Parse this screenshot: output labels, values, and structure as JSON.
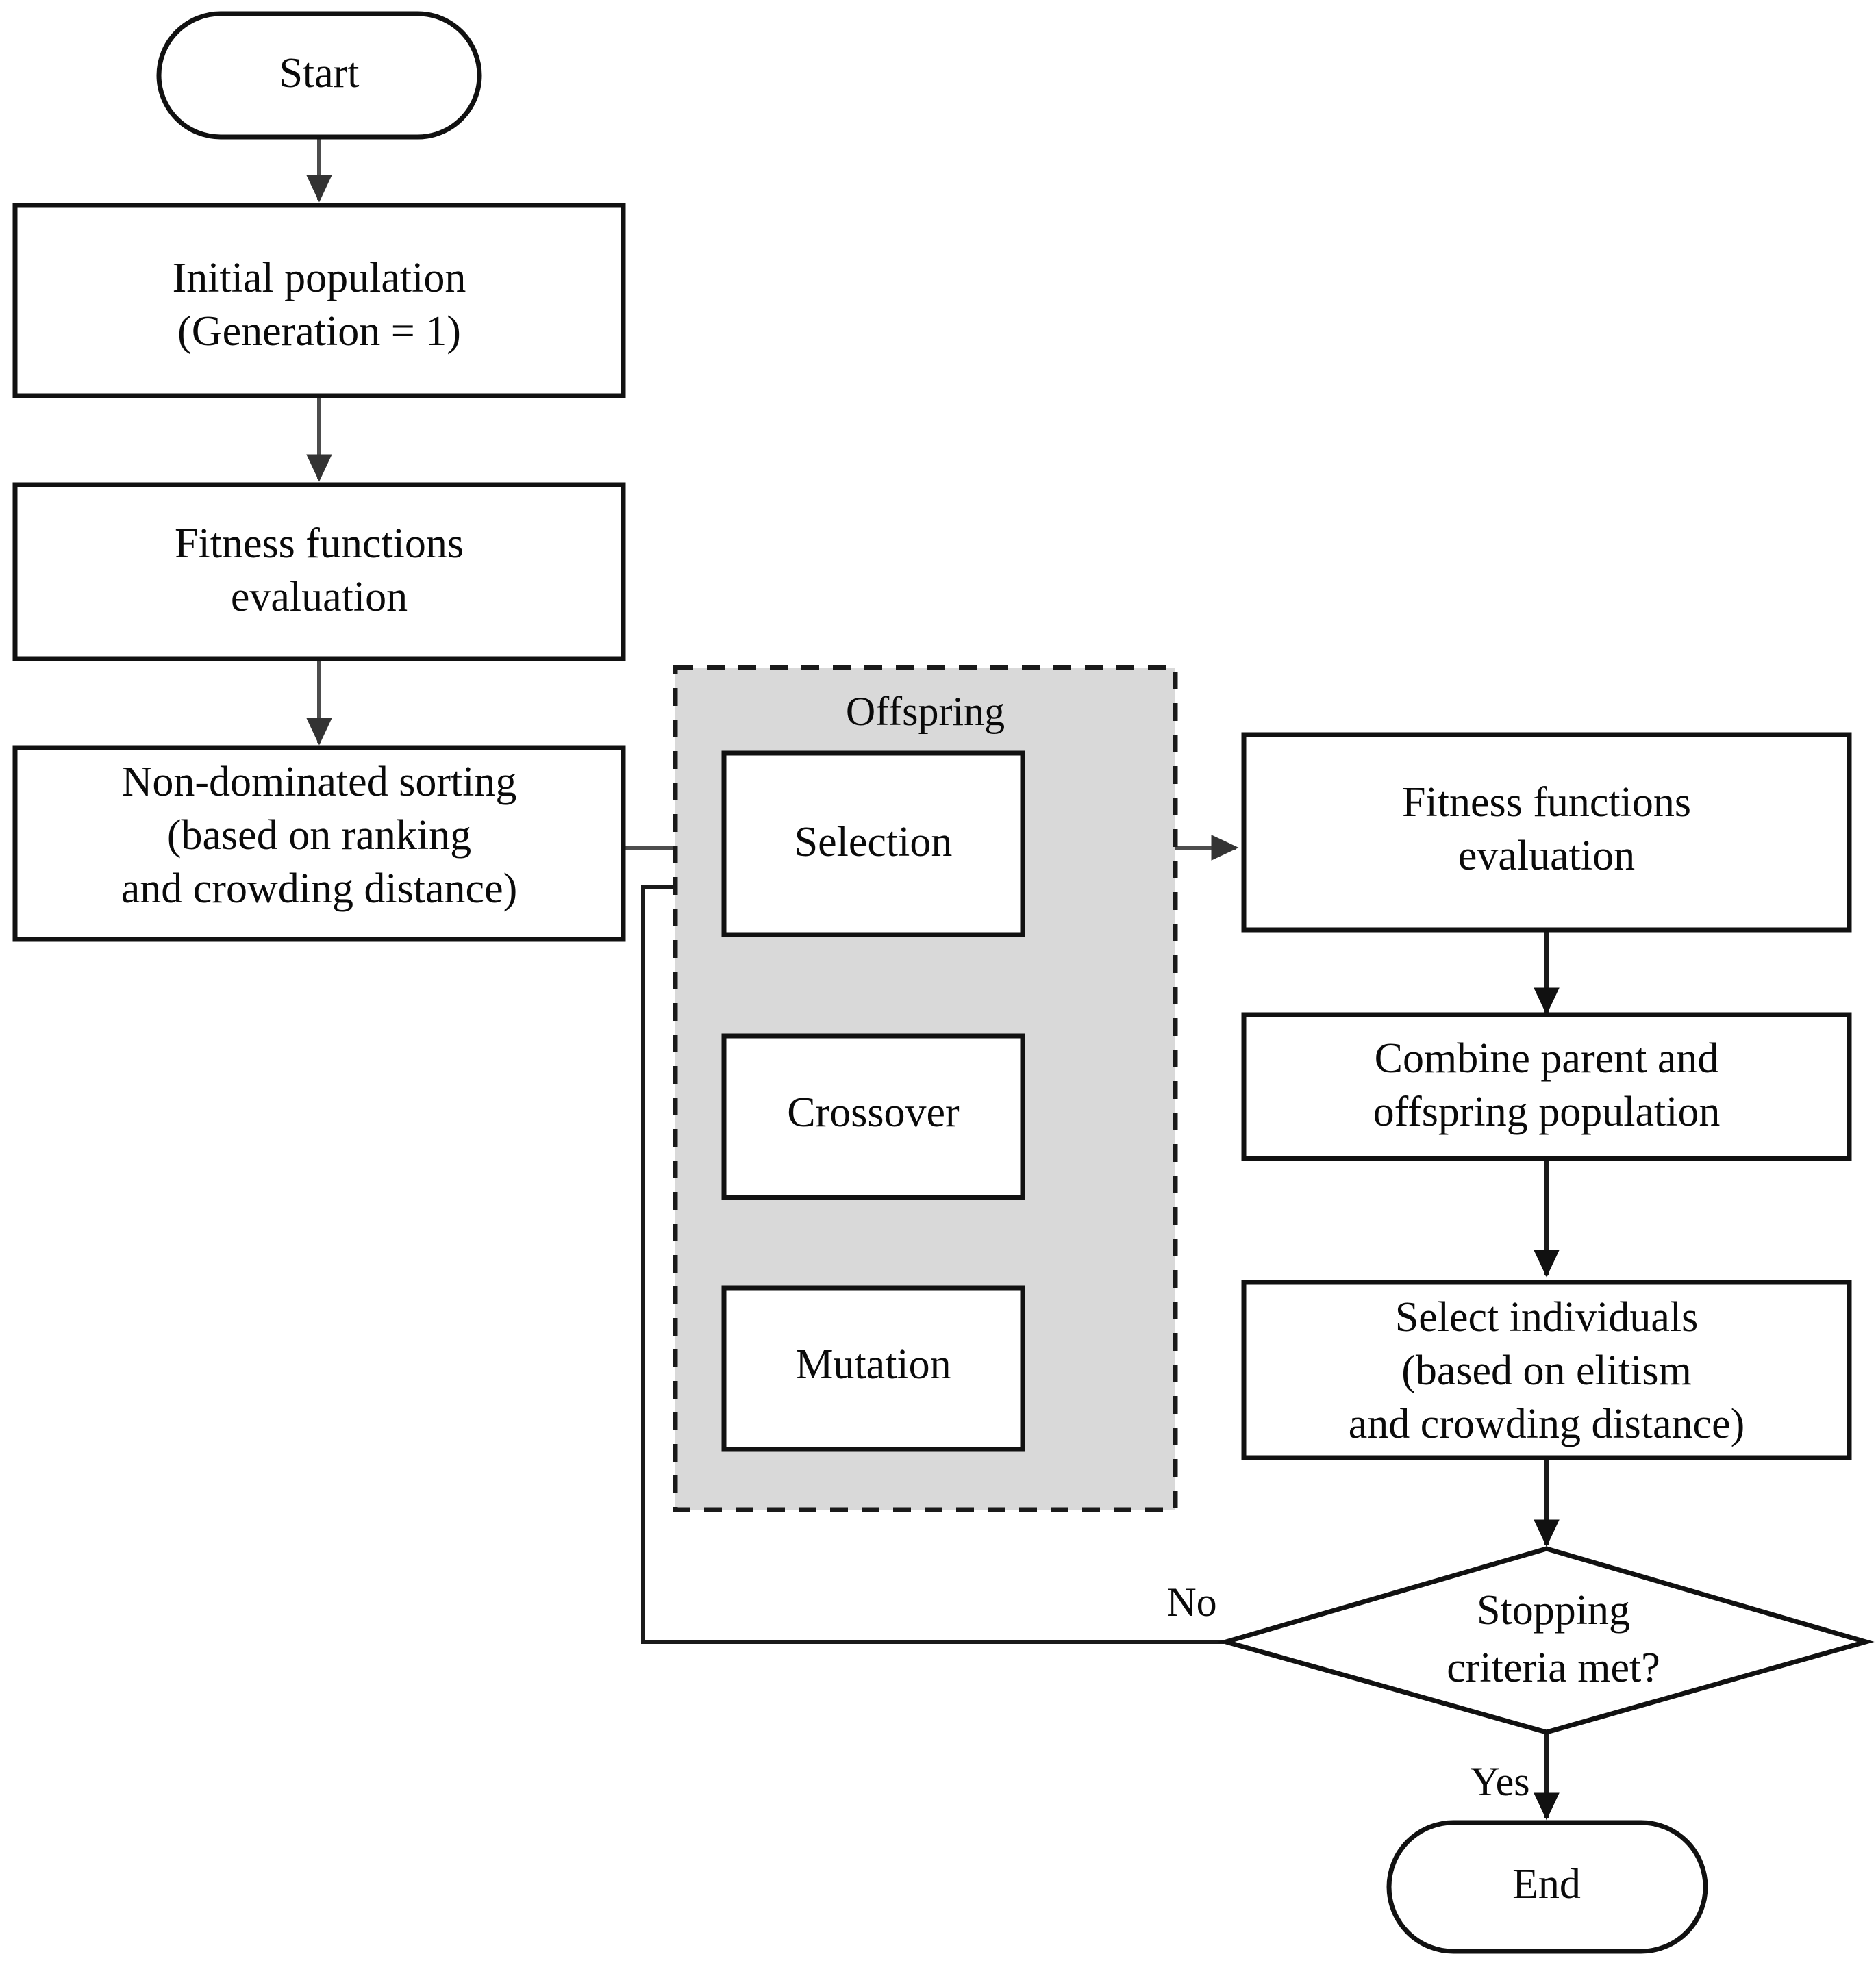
{
  "diagram": {
    "type": "flowchart",
    "title": "NSGA-II multi-objective genetic algorithm flowchart",
    "colors": {
      "panel_fill": "#d9d9d9",
      "node_fill": "#ffffff",
      "stroke": "#111111",
      "connector": "#4d4d4d",
      "text": "#0a0a0a"
    }
  },
  "nodes": {
    "start": {
      "label": "Start",
      "shape": "terminator"
    },
    "initial_population": {
      "line1": "Initial population",
      "line2": "(Generation = 1)",
      "shape": "process"
    },
    "fitness_eval_left": {
      "line1": "Fitness functions",
      "line2": "evaluation",
      "shape": "process"
    },
    "non_dominated_sorting": {
      "line1": "Non-dominated sorting",
      "line2": "(based on ranking",
      "line3": "and crowding distance)",
      "shape": "process"
    },
    "offspring_group": {
      "label": "Offspring",
      "shape": "dashed-group"
    },
    "selection": {
      "label": "Selection",
      "shape": "process"
    },
    "crossover": {
      "label": "Crossover",
      "shape": "process"
    },
    "mutation": {
      "label": "Mutation",
      "shape": "process"
    },
    "fitness_eval_right": {
      "line1": "Fitness functions",
      "line2": "evaluation",
      "shape": "process"
    },
    "combine_population": {
      "line1": "Combine parent and",
      "line2": "offspring population",
      "shape": "process"
    },
    "select_individuals": {
      "line1": "Select individuals",
      "line2": "(based on elitism",
      "line3": "and crowding distance)",
      "shape": "process"
    },
    "stopping_criteria": {
      "line1": "Stopping",
      "line2": "criteria met?",
      "shape": "decision"
    },
    "end": {
      "label": "End",
      "shape": "terminator"
    }
  },
  "edge_labels": {
    "no": "No",
    "yes": "Yes"
  },
  "edges": [
    {
      "from": "start",
      "to": "initial_population",
      "label": ""
    },
    {
      "from": "initial_population",
      "to": "fitness_eval_left",
      "label": ""
    },
    {
      "from": "fitness_eval_left",
      "to": "non_dominated_sorting",
      "label": ""
    },
    {
      "from": "non_dominated_sorting",
      "to": "selection",
      "label": ""
    },
    {
      "from": "selection",
      "to": "crossover",
      "label": ""
    },
    {
      "from": "crossover",
      "to": "mutation",
      "label": ""
    },
    {
      "from": "selection",
      "to": "fitness_eval_right",
      "label": ""
    },
    {
      "from": "fitness_eval_right",
      "to": "combine_population",
      "label": ""
    },
    {
      "from": "combine_population",
      "to": "select_individuals",
      "label": ""
    },
    {
      "from": "select_individuals",
      "to": "stopping_criteria",
      "label": ""
    },
    {
      "from": "stopping_criteria",
      "to": "selection",
      "label": "No"
    },
    {
      "from": "stopping_criteria",
      "to": "end",
      "label": "Yes"
    }
  ]
}
